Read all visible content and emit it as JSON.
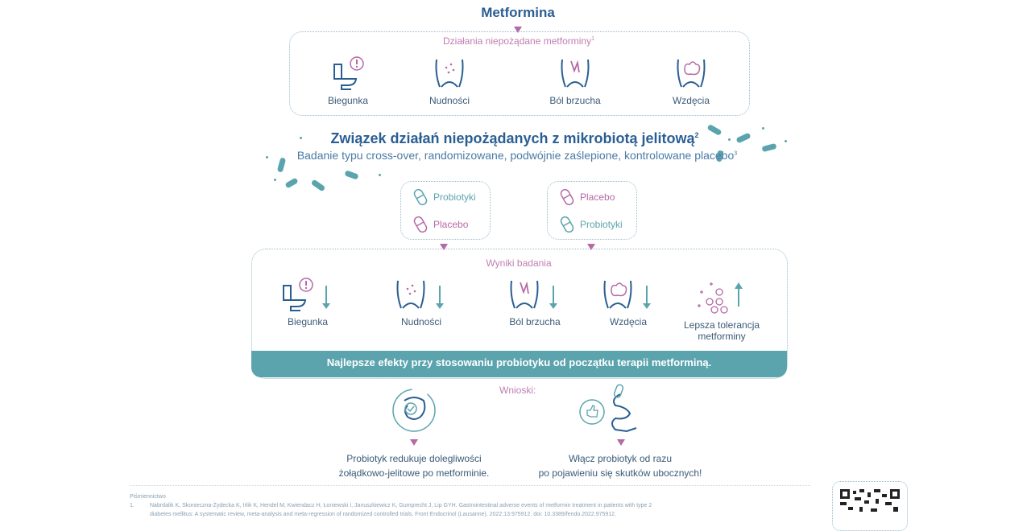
{
  "title": "Metformina",
  "side_effects": {
    "label": "Działania niepożądane metforminy",
    "label_sup": "1",
    "items": [
      "Biegunka",
      "Nudności",
      "Ból brzucha",
      "Wzdęcia"
    ]
  },
  "study": {
    "heading": "Związek działań niepożądanych z mikrobiotą jelitową",
    "heading_sup": "2",
    "subheading": "Badanie typu cross-over, randomizowane, podwójnie zaślepione, kontrolowane placebo",
    "subheading_sup": "3",
    "group_a": [
      "Probiotyki",
      "Placebo"
    ],
    "group_b": [
      "Placebo",
      "Probiotyki"
    ]
  },
  "results": {
    "label": "Wyniki badania",
    "items": [
      "Biegunka",
      "Nudności",
      "Ból brzucha",
      "Wzdęcia",
      "Lepsza tolerancja metforminy"
    ],
    "banner": "Najlepsze efekty przy stosowaniu probiotyku od początku terapii metforminą."
  },
  "conclusions": {
    "label": "Wnioski:",
    "left_line1": "Probiotyk redukuje dolegliwości",
    "left_line2": "żołądkowo-jelitowe po metforminie.",
    "right_line1": "Włącz probiotyk od razu",
    "right_line2": "po pojawieniu się skutków ubocznych!"
  },
  "references": {
    "heading": "Piśmiennictwo",
    "ref1_num": "1.",
    "ref1_text": "Nabrdalik K, Skonieczna-Żydecka K, Irlik K, Hendel M, Kwiendacz H, Łoniewski I, Januszkiewicz K, Gumprecht J, Lip GYH. Gastrointestinal adverse events of metformin treatment in patients with type 2",
    "ref1_cont": "diabetes mellitus: A systematic review, meta-analysis and meta-regression of randomized controlled trials. Front Endocrinol (Lausanne). 2022;13:975912. doi: 10.3389/fendo.2022.975912."
  },
  "colors": {
    "accent": "#2a5e93",
    "teal": "#5ba4ae",
    "pink": "#b46aa6",
    "lightpink": "#c07db2"
  },
  "icons": [
    "toilet-icon",
    "nausea-belly-icon",
    "pain-belly-icon",
    "bloating-belly-icon",
    "pill-icon",
    "arrow-down-icon",
    "arrow-up-icon",
    "intestine-check-icon",
    "intestine-thumbs-up-icon",
    "qr-code"
  ]
}
